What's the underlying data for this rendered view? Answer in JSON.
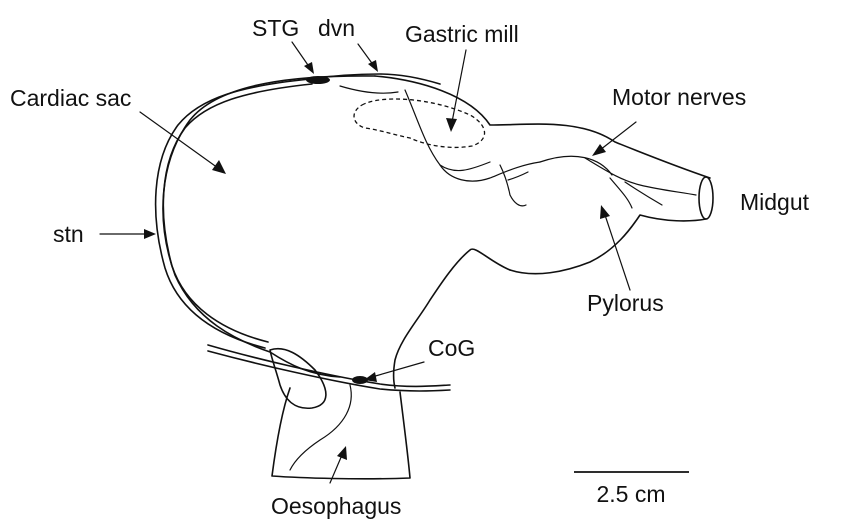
{
  "labels": {
    "stg": "STG",
    "dvn": "dvn",
    "gastric_mill": "Gastric mill",
    "cardiac_sac": "Cardiac sac",
    "motor_nerves": "Motor nerves",
    "midgut": "Midgut",
    "stn": "stn",
    "pylorus": "Pylorus",
    "cog": "CoG",
    "oesophagus": "Oesophagus"
  },
  "scale_bar": {
    "label": "2.5 cm"
  },
  "colors": {
    "ink": "#111111",
    "background": "#ffffff"
  }
}
